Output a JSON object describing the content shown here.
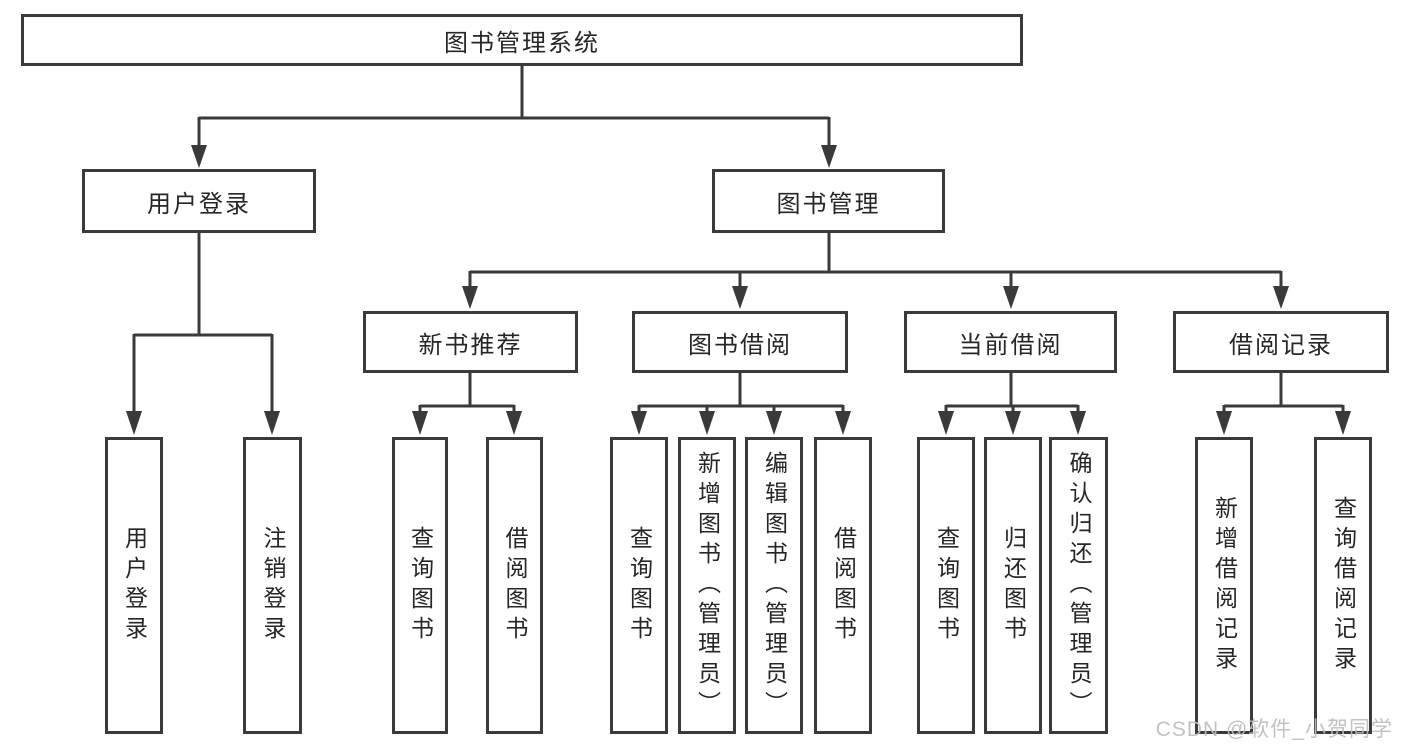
{
  "diagram": {
    "type": "hierarchy-tree",
    "nodes": {
      "root": "图书管理系统",
      "level2": [
        "用户登录",
        "图书管理"
      ],
      "level3": [
        "新书推荐",
        "图书借阅",
        "当前借阅",
        "借阅记录"
      ],
      "level4": [
        "用户登录",
        "注销登录",
        "查询图书",
        "借阅图书",
        "查询图书",
        "新增图书（管理员）",
        "编辑图书（管理员）",
        "借阅图书",
        "查询图书",
        "归还图书",
        "确认归还（管理员）",
        "新增借阅记录",
        "查询借阅记录"
      ]
    },
    "hierarchy": {
      "图书管理系统": [
        "用户登录",
        "图书管理"
      ],
      "用户登录": [
        "用户登录",
        "注销登录"
      ],
      "图书管理": [
        "新书推荐",
        "图书借阅",
        "当前借阅",
        "借阅记录"
      ],
      "新书推荐": [
        "查询图书",
        "借阅图书"
      ],
      "图书借阅": [
        "查询图书",
        "新增图书（管理员）",
        "编辑图书（管理员）",
        "借阅图书"
      ],
      "当前借阅": [
        "查询图书",
        "归还图书",
        "确认归还（管理员）"
      ],
      "借阅记录": [
        "新增借阅记录",
        "查询借阅记录"
      ]
    },
    "colors": {
      "line": "#3a3a3a",
      "border": "#3a3a3a",
      "text": "#262626",
      "background": "#ffffff",
      "watermark": "#bdbdbd"
    }
  },
  "watermark": "CSDN @软件_小贺同学"
}
